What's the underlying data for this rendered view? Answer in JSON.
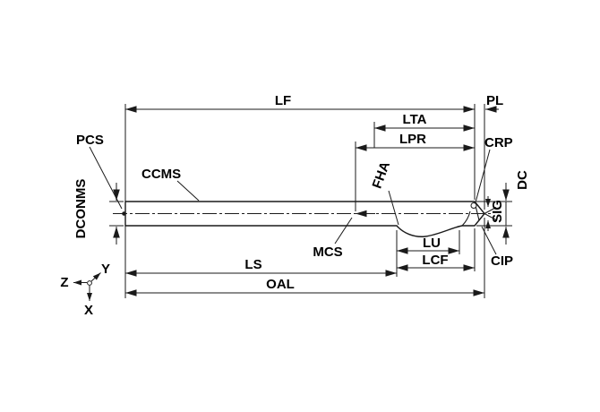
{
  "diagram": {
    "type": "tool-geometry-dimension-drawing",
    "labels": {
      "LF": "LF",
      "PL": "PL",
      "LTA": "LTA",
      "LPR": "LPR",
      "CRP": "CRP",
      "PCS": "PCS",
      "CCMS": "CCMS",
      "DCONMS": "DCONMS",
      "FHA": "FHA",
      "DC": "DC",
      "SIG": "SIG",
      "MCS": "MCS",
      "LU": "LU",
      "LCF": "LCF",
      "CIP": "CIP",
      "LS": "LS",
      "OAL": "OAL"
    },
    "axes": {
      "x": "X",
      "y": "Y",
      "z": "Z"
    },
    "colors": {
      "line": "#1a1a1a",
      "text": "#000000",
      "background": "#ffffff"
    }
  }
}
